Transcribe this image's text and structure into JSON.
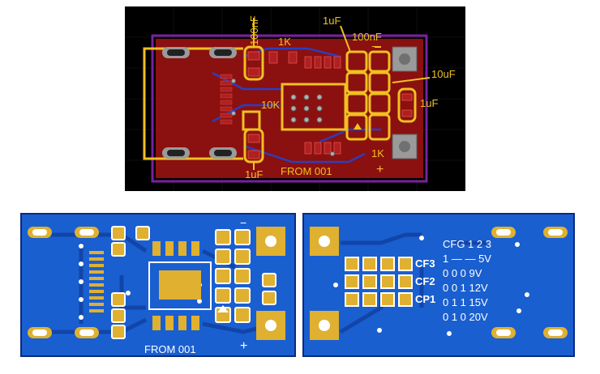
{
  "top_view": {
    "labels": {
      "cap_100nF_left": "100nF",
      "res_1K_top": "1K",
      "cap_1uF_top": "1uF",
      "cap_100nF_right": "100nF",
      "cap_10uF": "10uF",
      "res_10K": "10K",
      "cap_1uF_right": "1uF",
      "res_1K_bottom": "1K",
      "cap_1uF_bottom": "1uF",
      "board_name": "FROM 001",
      "plus_sign": "+",
      "minus_sign": "−"
    },
    "colors": {
      "board": "#8b1010",
      "silk": "#f0c020",
      "outline": "#7a20a0",
      "bg": "#000000"
    }
  },
  "front_view": {
    "labels": {
      "board_name": "FROM 001",
      "plus_sign": "+",
      "minus_sign": "−"
    },
    "colors": {
      "board": "#1a5fd0",
      "trace": "#1245a8",
      "pad": "#e0b030",
      "silk": "#ffffff"
    }
  },
  "back_view": {
    "labels": {
      "header": "CFG 1 2 3",
      "jp3": "CF3",
      "jp2": "CF2",
      "jp1": "CP1",
      "rows": [
        "1  —  —  5V",
        "0  0  0  9V",
        "0  0  1  12V",
        "0  1  1  15V",
        "0  1  0  20V"
      ]
    }
  }
}
